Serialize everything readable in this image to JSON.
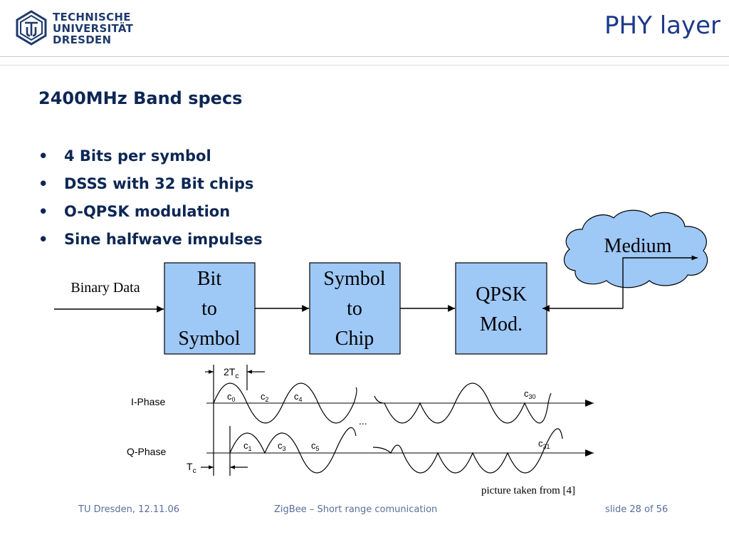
{
  "header": {
    "logo_lines": [
      "TECHNISCHE",
      "UNIVERSITÄT",
      "DRESDEN"
    ],
    "slide_title": "PHY layer"
  },
  "content": {
    "subtitle": "2400MHz Band specs",
    "bullets": [
      "4 Bits per symbol",
      "DSSS with 32 Bit chips",
      "O-QPSK modulation",
      "Sine halfwave impulses"
    ]
  },
  "block_diagram": {
    "input_label": "Binary Data",
    "blocks": [
      {
        "lines": [
          "Bit",
          "to",
          "Symbol"
        ]
      },
      {
        "lines": [
          "Symbol",
          "to",
          "Chip"
        ]
      },
      {
        "lines": [
          "QPSK",
          "Mod."
        ]
      }
    ],
    "medium_label": "Medium",
    "colors": {
      "block_fill": "#9ec8f6",
      "cloud_fill": "#9ec8f6",
      "stroke": "#000000"
    }
  },
  "waveform": {
    "period_label": "2T",
    "period_sub": "c",
    "chip_label": "T",
    "chip_sub": "c",
    "i_phase_label": "I-Phase",
    "q_phase_label": "Q-Phase",
    "i_chips": [
      {
        "c": "c",
        "n": "0"
      },
      {
        "c": "c",
        "n": "2"
      },
      {
        "c": "c",
        "n": "4"
      },
      {
        "c": "c",
        "n": "30"
      }
    ],
    "q_chips": [
      {
        "c": "c",
        "n": "1"
      },
      {
        "c": "c",
        "n": "3"
      },
      {
        "c": "c",
        "n": "5"
      },
      {
        "c": "c",
        "n": "31"
      }
    ],
    "ellipsis": "..."
  },
  "caption": "picture taken from [4]",
  "footer": {
    "left": "TU Dresden, 12.11.06",
    "center": "ZigBee – Short range comunication",
    "right": "slide 28 of 56"
  }
}
